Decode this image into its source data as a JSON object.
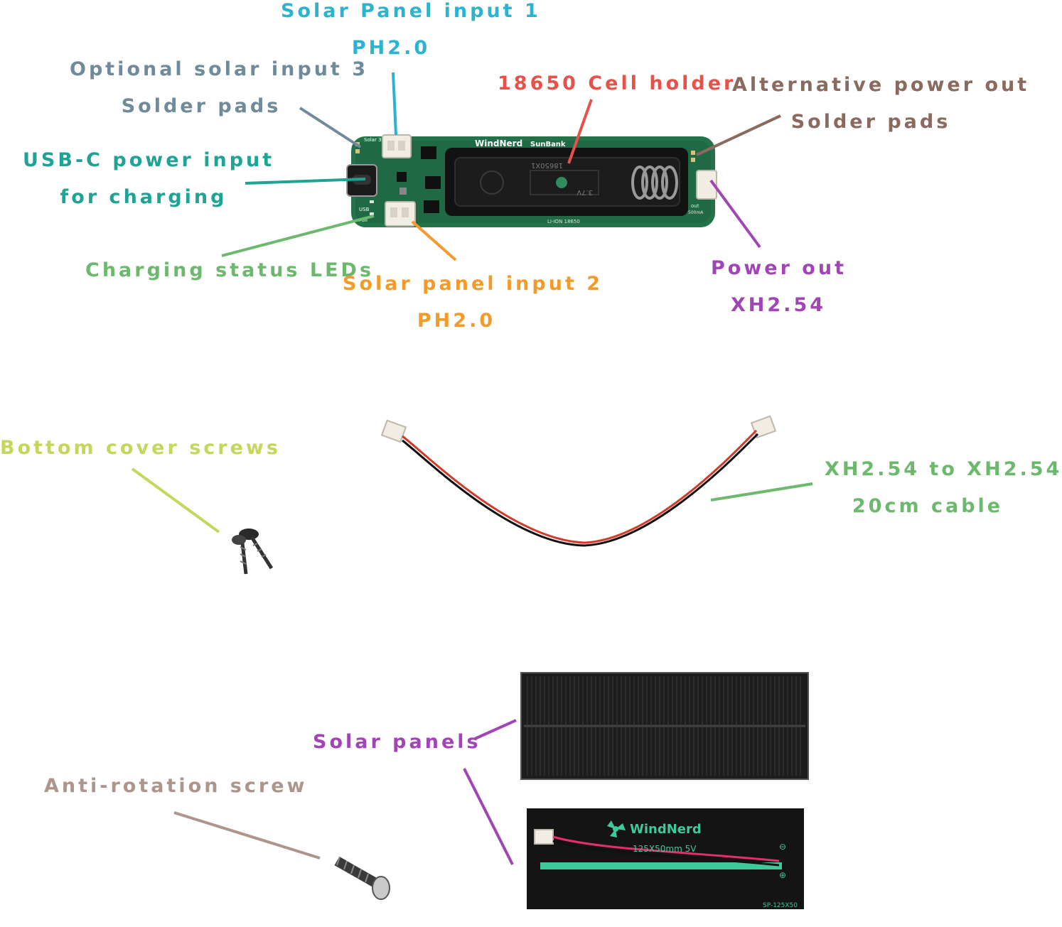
{
  "labels": {
    "solar_input_1": {
      "line1": "Solar Panel input 1",
      "line2": "PH2.0",
      "color": "#2bb3cf"
    },
    "optional_solar_3": {
      "line1": "Optional solar input 3",
      "line2": "Solder pads",
      "color": "#6f8a9a"
    },
    "cell_holder": {
      "line1": "18650 Cell holder",
      "color": "#e8504a"
    },
    "alt_power_out": {
      "line1": "Alternative power out",
      "line2": "Solder pads",
      "color": "#8a6a5f"
    },
    "usbc_input": {
      "line1": "USB-C power input",
      "line2": "for charging",
      "color": "#1fa394"
    },
    "charging_leds": {
      "line1": "Charging status LEDs",
      "color": "#6cb86d"
    },
    "solar_input_2": {
      "line1": "Solar panel input 2",
      "line2": "PH2.0",
      "color": "#f39b2a"
    },
    "power_out": {
      "line1": "Power out",
      "line2": "XH2.54",
      "color": "#a145b6"
    },
    "bottom_screws": {
      "line1": "Bottom cover screws",
      "color": "#c5d65b"
    },
    "cable": {
      "line1": "XH2.54 to XH2.54",
      "line2": "20cm cable",
      "color": "#6cb86d"
    },
    "solar_panels": {
      "line1": "Solar panels",
      "color": "#a145b6"
    },
    "anti_rotation": {
      "line1": "Anti-rotation screw",
      "color": "#ad958c"
    }
  },
  "pcb": {
    "brand": "WindNerd",
    "product": "SunBank",
    "solar_pad_label": "Solar 3",
    "usb_led_label": "USB",
    "full_led_label": "Full",
    "cell_marking": "3.7V",
    "cell_type": "18650X1",
    "holder_marking": "LI-ION 18650",
    "out_label": "out",
    "out_current": "500mA"
  },
  "panel": {
    "brand": "WindNerd",
    "spec": "125X50mm 5V",
    "model": "SP-125X50",
    "plus_symbol": "⊕",
    "minus_symbol": "⊖"
  }
}
